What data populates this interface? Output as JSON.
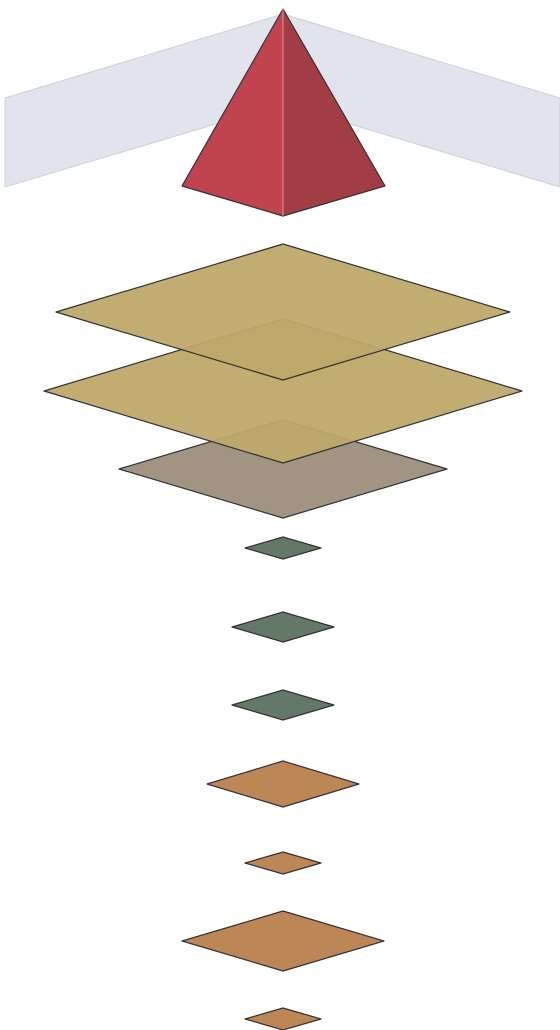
{
  "diagram": {
    "kind": "isometric-layer-stack",
    "backdrop": {
      "name": "ribbon-backdrop",
      "color": "#e1e4ec",
      "edge_color": "#cdd0da"
    },
    "apex": {
      "name": "apex-pyramid",
      "color_left": "#c0434f",
      "color_right": "#a23d46",
      "edge_color": "#333333"
    },
    "layers": [
      {
        "name": "layer-1",
        "group": "olive",
        "color": "#bea96a",
        "opacity": 0.95,
        "relative_size": 1.0
      },
      {
        "name": "layer-2",
        "group": "olive",
        "color": "#bea96a",
        "opacity": 0.95,
        "relative_size": 1.05
      },
      {
        "name": "layer-3",
        "group": "taupe",
        "color": "#a29482",
        "opacity": 1.0,
        "relative_size": 0.72
      },
      {
        "name": "layer-4",
        "group": "green",
        "color": "#637866",
        "opacity": 1.0,
        "relative_size": 0.17
      },
      {
        "name": "layer-5",
        "group": "green",
        "color": "#637866",
        "opacity": 1.0,
        "relative_size": 0.22
      },
      {
        "name": "layer-6",
        "group": "green",
        "color": "#637866",
        "opacity": 1.0,
        "relative_size": 0.22
      },
      {
        "name": "layer-7",
        "group": "copper",
        "color": "#bc8656",
        "opacity": 1.0,
        "relative_size": 0.33
      },
      {
        "name": "layer-8",
        "group": "copper",
        "color": "#bc8656",
        "opacity": 1.0,
        "relative_size": 0.17
      },
      {
        "name": "layer-9",
        "group": "copper",
        "color": "#bc8656",
        "opacity": 1.0,
        "relative_size": 0.44
      },
      {
        "name": "layer-10",
        "group": "copper",
        "color": "#bc8656",
        "opacity": 1.0,
        "relative_size": 0.17
      }
    ]
  }
}
